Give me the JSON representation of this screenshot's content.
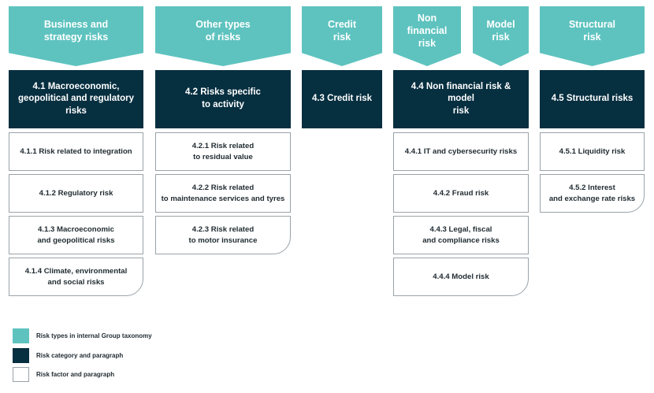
{
  "colors": {
    "taxonomy": "#5ec3bf",
    "category": "#062f40",
    "factor": "#ffffff",
    "factor_border": "#9aa3a8"
  },
  "taxonomy": [
    "Business and\nstrategy risks",
    "Other types\nof risks",
    "Credit\nrisk",
    "Non\nfinancial\nrisk",
    "Model\nrisk",
    "Structural\nrisk"
  ],
  "categories": [
    "4.1 Macroeconomic,\ngeopolitical and regulatory\nrisks",
    "4.2 Risks specific\nto activity",
    "4.3 Credit risk",
    "4.4 Non financial risk & model\nrisk",
    "4.5 Structural risks"
  ],
  "factors": {
    "col1": [
      "4.1.1 Risk related to integration",
      "4.1.2 Regulatory risk",
      "4.1.3 Macroeconomic\nand geopolitical risks",
      "4.1.4  Climate, environmental\nand social risks"
    ],
    "col2": [
      "4.2.1 Risk related\nto residual value",
      "4.2.2 Risk related\nto maintenance services and tyres",
      "4.2.3 Risk related\nto motor insurance"
    ],
    "col4": [
      "4.4.1 IT and cybersecurity risks",
      "4.4.2 Fraud risk",
      "4.4.3 Legal, fiscal\nand compliance risks",
      "4.4.4 Model risk"
    ],
    "col5": [
      "4.5.1 Liquidity risk",
      "4.5.2 Interest\nand exchange rate risks"
    ]
  },
  "legend": [
    "Risk types in internal Group taxonomy",
    "Risk category and paragraph",
    "Risk factor and paragraph"
  ]
}
